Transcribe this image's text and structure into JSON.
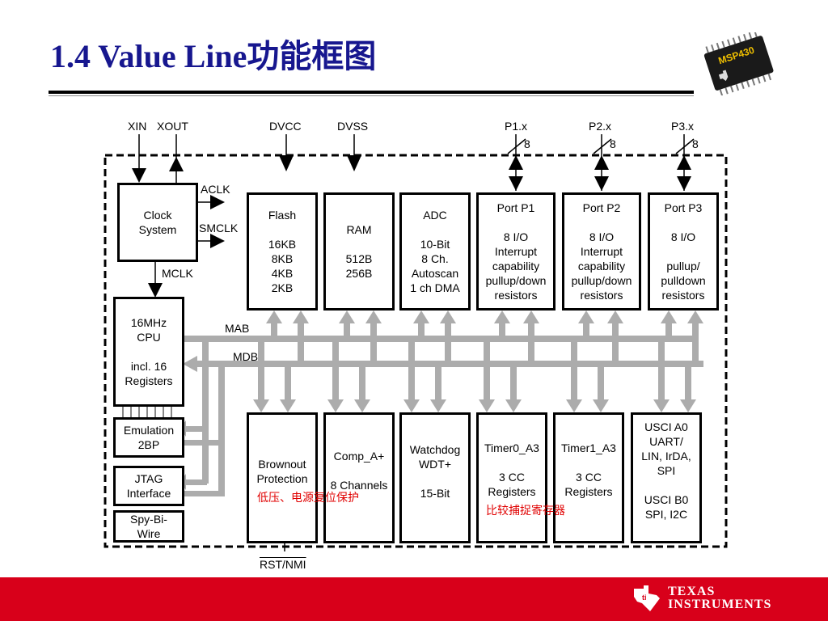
{
  "slide": {
    "title": "1.4 Value Line功能框图",
    "chip_label": "MSP430"
  },
  "diagram": {
    "top_labels": {
      "xin": "XIN",
      "xout": "XOUT",
      "dvcc": "DVCC",
      "dvss": "DVSS",
      "p1": "P1.x",
      "p2": "P2.x",
      "p3": "P3.x",
      "bus_width": "8"
    },
    "signals": {
      "aclk": "ACLK",
      "smclk": "SMCLK",
      "mclk": "MCLK",
      "mab": "MAB",
      "mdb": "MDB",
      "rst": "RST/NMI"
    },
    "blocks": {
      "clock": [
        "Clock",
        "System"
      ],
      "flash": [
        "Flash",
        "",
        "16KB",
        "8KB",
        "4KB",
        "2KB"
      ],
      "ram": [
        "RAM",
        "",
        "512B",
        "256B"
      ],
      "adc": [
        "ADC",
        "",
        "10-Bit",
        "8 Ch.",
        "Autoscan",
        "1 ch DMA"
      ],
      "port1": [
        "Port P1",
        "",
        "8 I/O",
        "Interrupt",
        "capability",
        "pullup/down",
        "resistors"
      ],
      "port2": [
        "Port P2",
        "",
        "8 I/O",
        "Interrupt",
        "capability",
        "pullup/down",
        "resistors"
      ],
      "port3": [
        "Port P3",
        "",
        "8 I/O",
        "",
        "pullup/",
        "pulldown",
        "resistors"
      ],
      "cpu": [
        "16MHz",
        "CPU",
        "",
        "incl. 16",
        "Registers"
      ],
      "emulation": [
        "Emulation",
        "2BP"
      ],
      "jtag": [
        "JTAG",
        "Interface"
      ],
      "spybiwire": [
        "Spy-Bi-",
        "Wire"
      ],
      "brownout": [
        "Brownout",
        "Protection"
      ],
      "comp": [
        "Comp_A+",
        "",
        "8 Channels"
      ],
      "watchdog": [
        "Watchdog",
        "WDT+",
        "",
        "15-Bit"
      ],
      "timer0": [
        "Timer0_A3",
        "",
        "3 CC",
        "Registers"
      ],
      "timer1": [
        "Timer1_A3",
        "",
        "3 CC",
        "Registers"
      ],
      "usci": [
        "USCI A0",
        "UART/",
        "LIN, IrDA,",
        "SPI",
        "",
        "USCI B0",
        "SPI, I2C"
      ]
    },
    "annotations": {
      "brownout_cn": [
        "低压、",
        "电源复",
        "位保护"
      ],
      "timer_cn": [
        "比较捕",
        "捉寄存",
        "器"
      ]
    }
  },
  "footer": {
    "brand_line1": "TEXAS",
    "brand_line2": "INSTRUMENTS",
    "brand_color": "#d8001a",
    "title_color": "#17178f"
  }
}
